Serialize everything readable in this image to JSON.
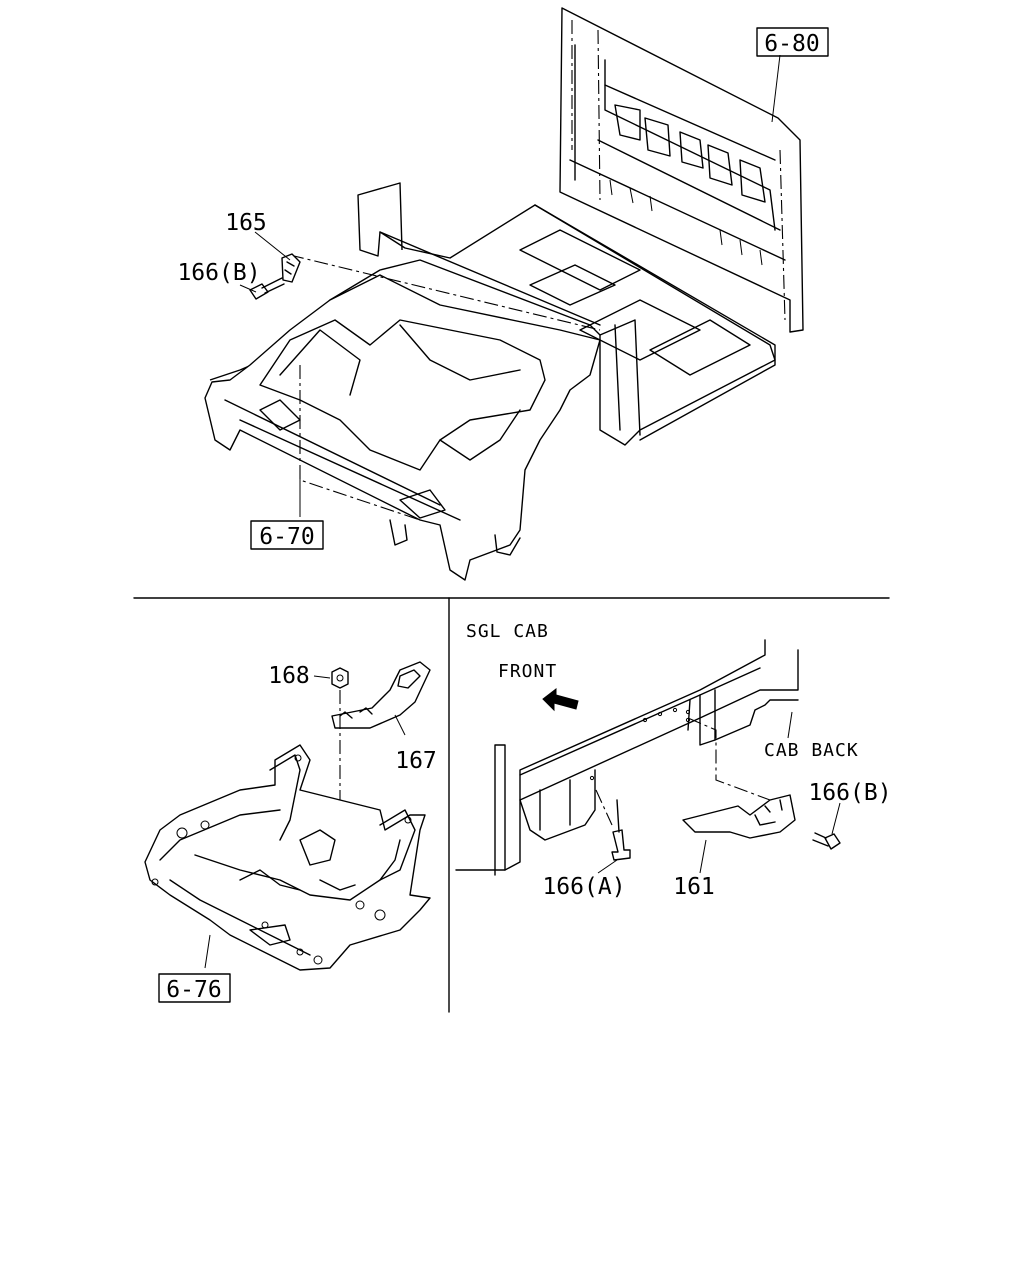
{
  "labels": {
    "ref_6_80": "6-80",
    "part_165": "165",
    "part_166b_top": "166(B)",
    "ref_6_70": "6-70",
    "part_168": "168",
    "part_167": "167",
    "ref_6_76": "6-76",
    "sgl_cab": "SGL CAB",
    "front": "FRONT",
    "cab_back": "CAB BACK",
    "part_166b_right": "166(B)",
    "part_166a": "166(A)",
    "part_161": "161"
  }
}
